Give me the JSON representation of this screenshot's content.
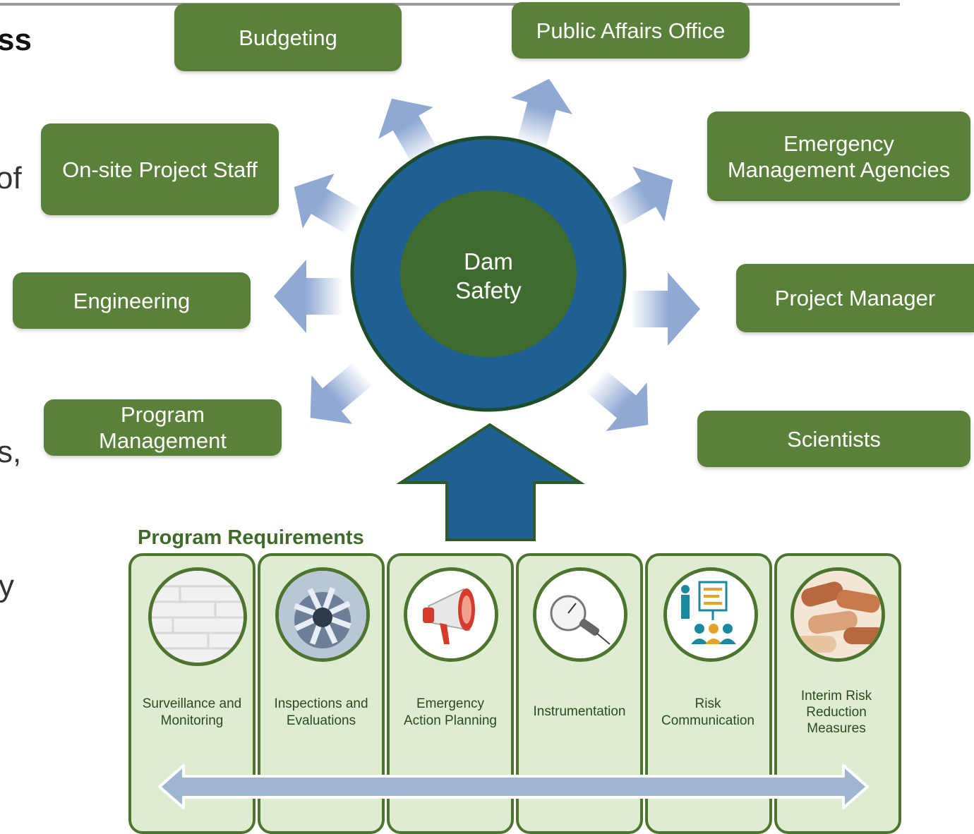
{
  "left_fragments": [
    "ss",
    "of",
    "s,",
    "y"
  ],
  "center": {
    "label": "Dam\nSafety"
  },
  "stakeholders": {
    "budgeting": "Budgeting",
    "public_affairs": "Public Affairs Office",
    "onsite_staff": "On-site Project Staff",
    "emergency_agencies": "Emergency\nManagement Agencies",
    "engineering": "Engineering",
    "project_manager": "Project Manager",
    "program_management": "Program\nManagement",
    "scientists": "Scientists"
  },
  "requirements_title": "Program Requirements",
  "requirements": [
    {
      "label": "Surveillance and\nMonitoring",
      "icon": "wall-texture-icon"
    },
    {
      "label": "Inspections and\nEvaluations",
      "icon": "metal-gears-icon"
    },
    {
      "label": "Emergency\nAction Planning",
      "icon": "megaphone-icon"
    },
    {
      "label": "Instrumentation",
      "icon": "dial-gauge-icon"
    },
    {
      "label": "Risk\nCommunication",
      "icon": "presentation-icon"
    },
    {
      "label": "Interim Risk\nReduction\nMeasures",
      "icon": "sandbags-icon"
    }
  ],
  "colors": {
    "box_green": "#5a813a",
    "ring_blue": "#1e6093",
    "inner_green": "#3f6b2f",
    "arrow_blue": "#8fa9d3",
    "column_fill": "#deedd2"
  }
}
